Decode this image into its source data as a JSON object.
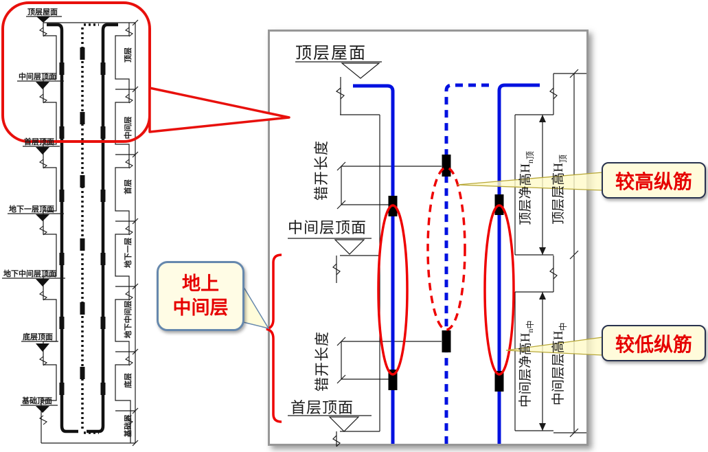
{
  "left_diagram": {
    "levels": [
      {
        "label": "顶层屋面"
      },
      {
        "label": "中间层顶面"
      },
      {
        "label": "首层顶面"
      },
      {
        "label": "地下一层顶面"
      },
      {
        "label": "地下中间层顶面"
      },
      {
        "label": "底层顶面"
      },
      {
        "label": "基础顶面"
      }
    ],
    "floors": [
      {
        "label": "顶层"
      },
      {
        "label": "中间层"
      },
      {
        "label": "首层"
      },
      {
        "label": "地下一层"
      },
      {
        "label": "地下中间层"
      },
      {
        "label": "底层"
      },
      {
        "label": "基础层"
      }
    ]
  },
  "right_panel": {
    "roof_level_label": "顶层屋面",
    "mid_level_label": "中间层顶面",
    "first_level_label": "首层顶面",
    "stagger_length_top": "错开长度",
    "stagger_length_bottom": "错开长度",
    "dim_top_net": {
      "text": "顶层净高H",
      "sub": "n顶"
    },
    "dim_top_story": {
      "text": "顶层层高H",
      "sub": "顶"
    },
    "dim_mid_net": {
      "text": "中间层净高H",
      "sub": "n中"
    },
    "dim_mid_story": {
      "text": "中间层层高H",
      "sub": "中"
    }
  },
  "callouts": {
    "higher_bar": "较高纵筋",
    "lower_bar": "较低纵筋",
    "above_ground_line1": "地上",
    "above_ground_line2": "中间层"
  },
  "colors": {
    "rebar_blue": "#0011e0",
    "highlight_red": "#ee0000",
    "bubble_red": "#e8100c",
    "callout_fill": "#fffbdb",
    "callout_border_dark": "#28324e",
    "callout_border_blue": "#6688ad",
    "callout_text_red": "#e60000",
    "panel_border_gray": "#979797"
  }
}
